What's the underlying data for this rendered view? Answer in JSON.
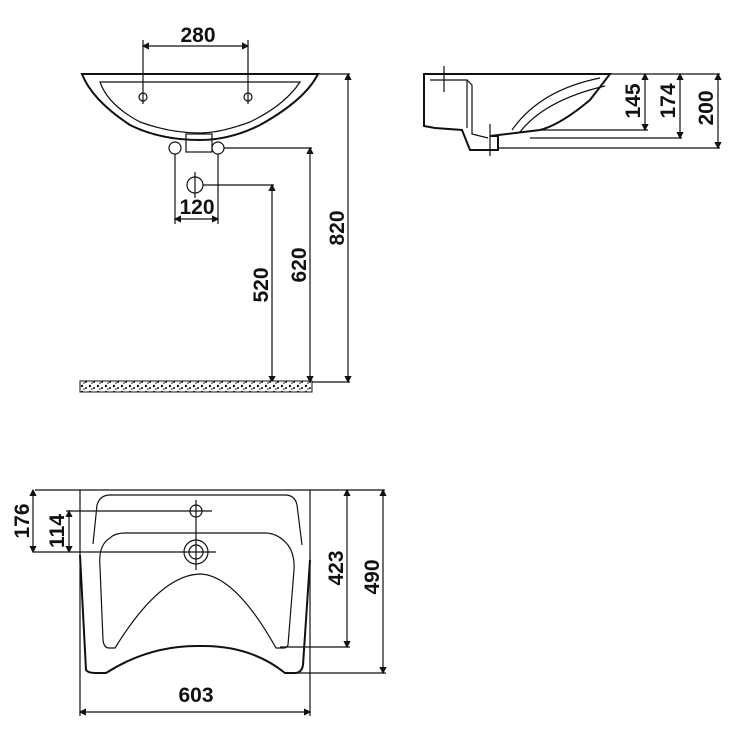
{
  "front_view": {
    "dim_tap_spacing": "280",
    "dim_waste_spacing": "120",
    "dim_waste_height": "520",
    "dim_trap_height": "620",
    "dim_rim_height": "820"
  },
  "side_view": {
    "dim_145": "145",
    "dim_174": "174",
    "dim_depth": "200"
  },
  "top_view": {
    "dim_176": "176",
    "dim_114": "114",
    "dim_width": "603",
    "dim_423": "423",
    "dim_length": "490"
  }
}
